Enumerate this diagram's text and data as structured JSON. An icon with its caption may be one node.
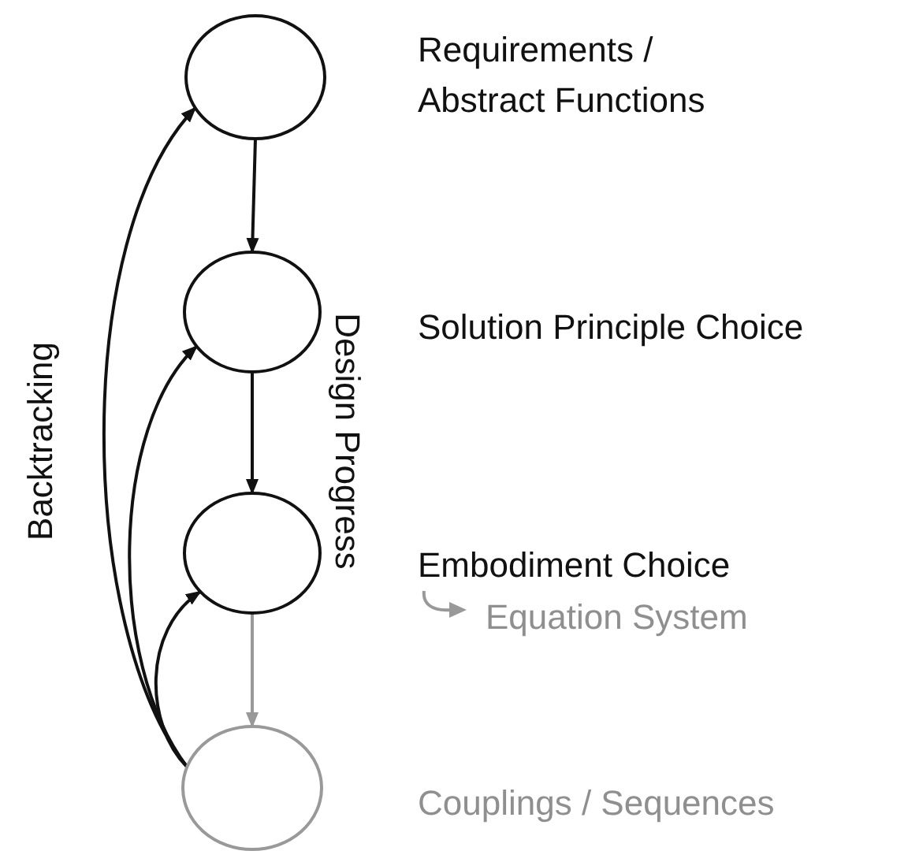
{
  "diagram": {
    "nodes": [
      {
        "text": [],
        "shape": "circle",
        "beside": [
          "Requirements / Abstract Functions"
        ]
      },
      {
        "text": [],
        "shape": "circle",
        "beside": [
          "Solution Principle Choice"
        ]
      },
      {
        "text": [],
        "shape": "circle",
        "beside": [
          "Embodiment Choice"
        ]
      },
      {
        "text": [],
        "shape": "circle",
        "beside": [
          "Couplings / Sequences"
        ]
      }
    ],
    "edges": [
      {
        "from": 0,
        "to": 1,
        "arrow": "to"
      },
      {
        "from": 1,
        "to": 2,
        "arrow": "to"
      },
      {
        "from": 2,
        "to": 3,
        "arrow": "to",
        "color": "#999999"
      },
      {
        "from": 3,
        "to": 0,
        "arrow": "to"
      },
      {
        "from": 3,
        "to": 1,
        "arrow": "to"
      },
      {
        "from": 3,
        "to": 2,
        "arrow": "to"
      }
    ],
    "labels": [
      "Backtracking",
      "Design Progress",
      "Equation System"
    ]
  }
}
